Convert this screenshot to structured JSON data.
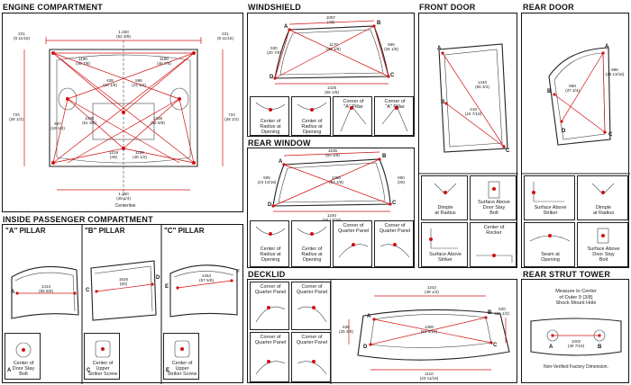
{
  "sections": {
    "engine": {
      "title": "ENGINE COMPARTMENT",
      "centerline": "Centerline",
      "dims": {
        "top": "1,330\n(52 3/8)",
        "left_top": "221\n(8 11/16)",
        "right_top": "221\n(8 11/16)",
        "left_side": "724\n(28 1/2)",
        "right_side": "724\n(28 1/2)",
        "m1190a": "1190\n(46 7/8)",
        "m1190b": "1190\n(46 7/8)",
        "m408": "408\n(16 1/8)",
        "m596": "596\n(23 1/2)",
        "m1305": "1305\n(51 3/8)",
        "m1335": "1335\n(52 5/8)",
        "m487": "487\n(19 1/4)",
        "m1219": "1219\n(48)",
        "m1180": "1180\n(46 1/2)",
        "bottom": "1,250\n(49 1/4)"
      }
    },
    "inside": {
      "title": "INSIDE PASSENGER COMPARTMENT",
      "a_pillar": "\"A\" PILLAR",
      "b_pillar": "\"B\" PILLAR",
      "c_pillar": "\"C\" PILLAR",
      "a_dim": "1413\n(55 5/8)",
      "b_dim": "1526\n(60)",
      "c_dim": "1464\n(57 5/8)",
      "a_cap": "Center of\nDoor Stay\nBolt",
      "b_cap": "Center of\nUpper\nStriker Screw",
      "c_cap": "Center of\nUpper\nStriker Screw"
    },
    "windshield": {
      "title": "WINDSHIELD",
      "dims": {
        "top": "1087\n(43)",
        "left": "530\n(20 7/8)",
        "mid": "1170\n(46 1/8)",
        "right": "665\n(26 1/8)",
        "bottom": "1425\n(56 1/8)"
      },
      "thumbs": [
        "Center of\nRadius at\nOpening",
        "Center of\nRadius at\nOpening",
        "Corner of\n\"A\" Pillar",
        "Corner of\n\"A\" Pillar"
      ]
    },
    "rear_window": {
      "title": "REAR WINDOW",
      "dims": {
        "top": "1535\n(60 3/8)",
        "left": "605\n(23 13/16)",
        "mid": "1350\n(53 1/8)",
        "right": "660\n(26)",
        "bottom": "1240\n(48 13/16)"
      },
      "thumbs": [
        "Center of\nRadius at\nOpening",
        "Center of\nRadius at\nOpening",
        "Corner of\nQuarter Panel",
        "Corner of\nQuarter Panel"
      ]
    },
    "front_door": {
      "title": "FRONT DOOR",
      "dims": {
        "d1": "1440\n(56 3/4)",
        "d2": "418\n(16 7/16)"
      },
      "thumbs": [
        "Dimple\nat Radius",
        "Surface Above\nDoor Stay\nBolt",
        "Surface Above\nStriker",
        "Center of\nRocker"
      ]
    },
    "rear_door": {
      "title": "REAR DOOR",
      "dims": {
        "d1": "958\n(37 3/4)",
        "d2": "986\n(38 13/16)"
      },
      "thumbs": [
        "Surface Above\nStriker",
        "Dimple\nat Radius",
        "Seam at\nOpening",
        "Surface Above\nDoor Stay\nBolt"
      ]
    },
    "decklid": {
      "title": "DECKLID",
      "dims": {
        "top": "1242\n(49 1/4)",
        "left": "635\n(25 3/8)",
        "mid": "1380\n(54 5/16)",
        "right": "520\n(20 1/2)",
        "bottom": "1110\n(43 11/16)"
      },
      "thumbs": [
        "Corner of\nQuarter Panel",
        "Corner of\nQuarter Panel",
        "Corner of\nQuarter Panel",
        "Corner of\nQuarter Panel"
      ]
    },
    "rear_strut": {
      "title": "REAR STRUT TOWER",
      "measure_note": "Measure to Center\nof Outer 9 (3/8)\nShock Mount Hole",
      "dim": "1002\n(39 7/16)",
      "footer": "Non-Verified Factory Dimension."
    }
  },
  "point_labels": [
    "A",
    "B",
    "C",
    "D",
    "E",
    "F"
  ],
  "colors": {
    "measure": "#d01010",
    "outline": "#111111"
  }
}
